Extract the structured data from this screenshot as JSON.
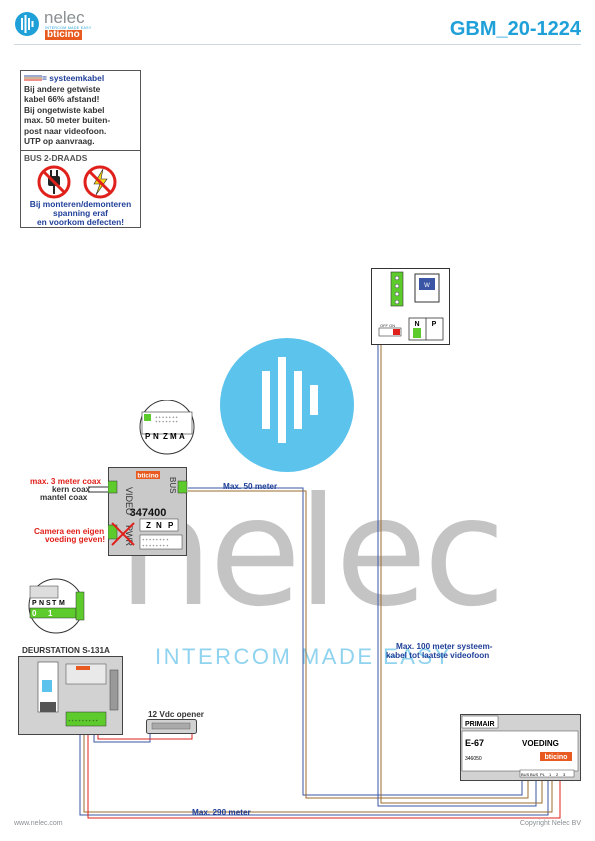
{
  "header": {
    "brand": "nelec",
    "tagline": "INTERCOM MADE EASY",
    "sub_brand": "bticino",
    "doc_code": "GBM_20-1224"
  },
  "notes": {
    "system_cable": {
      "title": "= systeemkabel",
      "lines": [
        "Bij andere getwiste",
        "kabel 66% afstand!",
        "Bij ongetwiste kabel",
        "max. 50 meter buiten-",
        "post naar videofoon.",
        "UTP op aanvraag."
      ]
    },
    "bus": {
      "title": "BUS 2-DRAADS",
      "warning_lines": [
        "Bij monteren/demonteren",
        "spanning eraf",
        "en voorkom defecten!"
      ]
    }
  },
  "devices": {
    "converter": {
      "brand": "bticino",
      "code": "347400",
      "label_video": "VIDEO",
      "label_bus": "BUS",
      "label_pwr": "PWR",
      "terminals": [
        "P",
        "N",
        "Z",
        "M",
        "A"
      ],
      "terminals_sub": [
        "Z",
        "N",
        "P"
      ]
    },
    "door_station": {
      "title": "DEURSTATION S-131A",
      "terminals": [
        "P",
        "N",
        "S",
        "T",
        "M"
      ],
      "jumper": [
        "0",
        "1"
      ]
    },
    "opener": {
      "label": "12 Vdc opener"
    },
    "power_supply": {
      "primary": "PRIMAIR",
      "model": "E-67",
      "voeding": "VOEDING",
      "code": "346050",
      "brand": "bticino",
      "terminals": [
        "BUS",
        "BUS",
        "PL",
        "1",
        "2",
        "3"
      ]
    },
    "monitor": {
      "terminals": [
        "N",
        "P"
      ],
      "off_label": "OFF ON",
      "screen": "W"
    }
  },
  "labels": {
    "coax_max": "max. 3 meter coax",
    "coax_core": "kern coax",
    "coax_sheath": "mantel coax",
    "camera_power_1": "Camera een eigen",
    "camera_power_2": "voeding geven!",
    "max_50": "Max. 50 meter",
    "max_100_1": "Max. 100 meter systeem-",
    "max_100_2": "kabel tot laatste videofoon",
    "max_290": "Max. 290 meter"
  },
  "footer": {
    "website": "www.nelec.com",
    "copyright": "Copyright Nelec BV"
  },
  "colors": {
    "accent": "#1fa0d8",
    "cable_blue": "#3a55a6",
    "cable_brown": "#9b6b2e",
    "cable_red": "#e0201a",
    "terminal_green": "#5ecb2c"
  }
}
